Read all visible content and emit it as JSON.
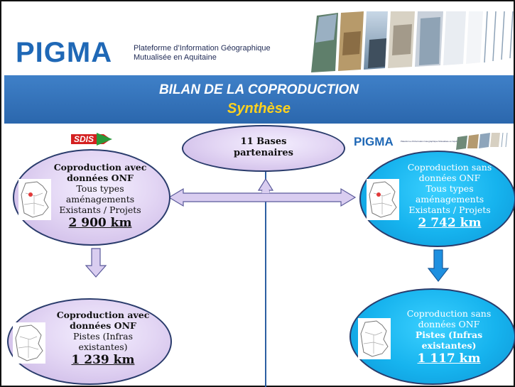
{
  "header": {
    "logo": "PIGMA",
    "subtitle_line1": "Plateforme d’Information Géographique",
    "subtitle_line2": "Mutualisée en Aquitaine"
  },
  "banner": {
    "title": "BILAN DE LA COPRODUCTION",
    "subtitle": "Synthèse"
  },
  "center": {
    "line1": "11 Bases",
    "line2": "partenaires"
  },
  "left_top": {
    "line1": "Coproduction avec",
    "line2": "données ONF",
    "line3": "Tous types",
    "line4": "aménagements",
    "line5": "Existants / Projets",
    "km": "2 900 km"
  },
  "left_bottom": {
    "line1": "Coproduction avec",
    "line2": "données ONF",
    "line3": "Pistes (Infras",
    "line4": "existantes)",
    "km": "1 239 km"
  },
  "right_top": {
    "line1": "Coproduction sans",
    "line2": "données ONF",
    "line3": "Tous types",
    "line4": "aménagements",
    "line5": "Existants / Projets",
    "km": "2 742 km"
  },
  "right_bottom": {
    "line1": "Coproduction sans",
    "line2": "données ONF",
    "line3": "Pistes (Infras",
    "line4": "existantes)",
    "km": "1 117 km"
  },
  "logos": {
    "sdis": "SDIS",
    "small_pigma": "PIGMA",
    "small_subtitle": "Plateforme d'Information Géographique Mutualisée en Aquitaine"
  },
  "colors": {
    "brand_blue": "#1f68b6",
    "banner_blue": "#2f6fb6",
    "banner_subtitle": "#ffd21e",
    "purple_fill": "#e3d6f4",
    "cyan_fill": "#16b3ee",
    "arrow_fill": "#d9cdf0",
    "arrow_blue": "#1e90e0"
  }
}
